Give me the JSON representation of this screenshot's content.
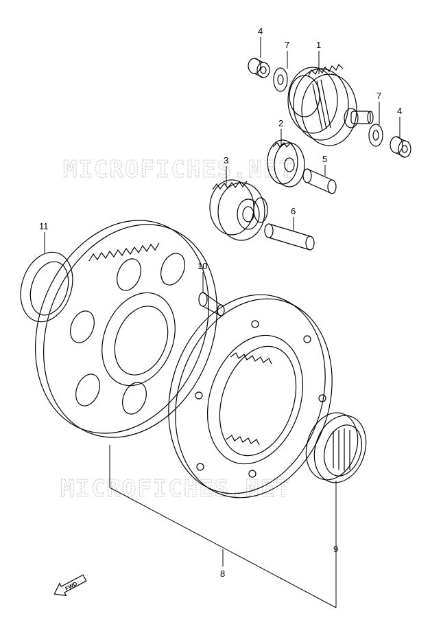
{
  "watermark": {
    "text_top": "MICROFICHES.NET",
    "text_bottom": "MICROFICHES.NET"
  },
  "fwd_label": "FWD",
  "callouts": {
    "p1": "1",
    "p2": "2",
    "p3": "3",
    "p4a": "4",
    "p4b": "4",
    "p5": "5",
    "p6": "6",
    "p7a": "7",
    "p7b": "7",
    "p8": "8",
    "p9": "9",
    "p10": "10",
    "p11": "11"
  }
}
